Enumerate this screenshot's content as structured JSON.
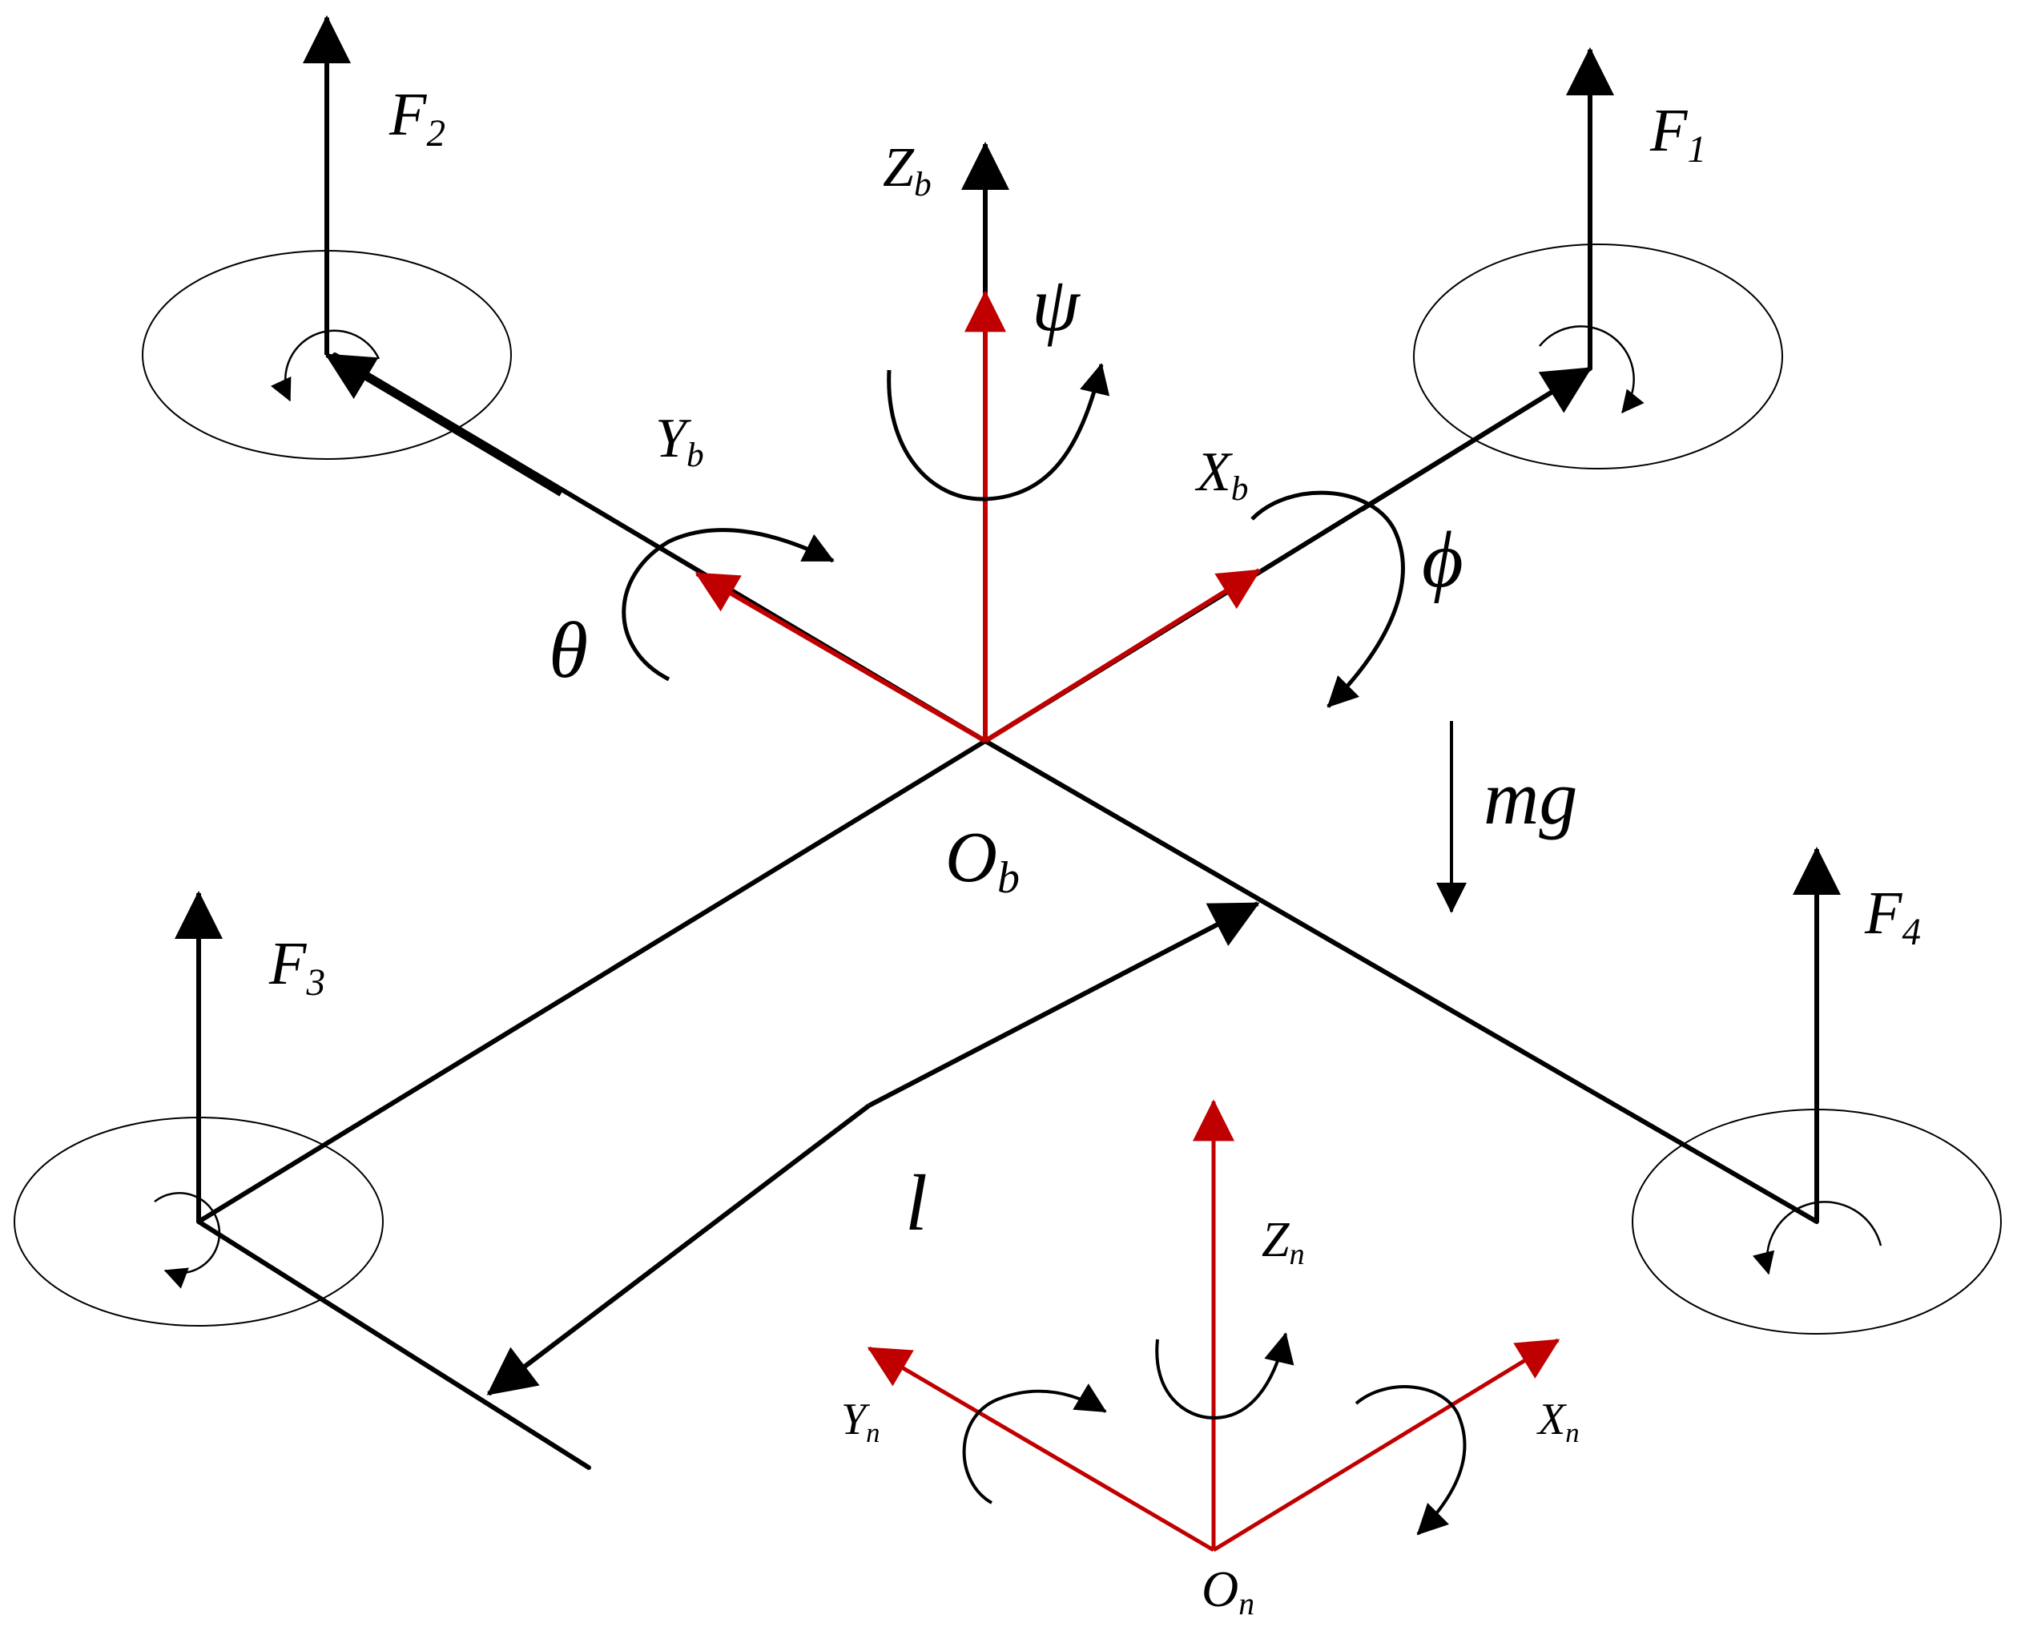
{
  "colors": {
    "frame": "#000000",
    "axis_red": "#c00000"
  },
  "labels": {
    "F1": {
      "main": "F",
      "sub": "1"
    },
    "F2": {
      "main": "F",
      "sub": "2"
    },
    "F3": {
      "main": "F",
      "sub": "3"
    },
    "F4": {
      "main": "F",
      "sub": "4"
    },
    "Zb": {
      "main": "Z",
      "sub": "b"
    },
    "Yb": {
      "main": "Y",
      "sub": "b"
    },
    "Xb": {
      "main": "X",
      "sub": "b"
    },
    "Ob": {
      "main": "O",
      "sub": "b"
    },
    "Zn": {
      "main": "Z",
      "sub": "n"
    },
    "Yn": {
      "main": "Y",
      "sub": "n"
    },
    "Xn": {
      "main": "X",
      "sub": "n"
    },
    "On": {
      "main": "O",
      "sub": "n"
    },
    "psi": "ψ",
    "theta": "θ",
    "phi": "ϕ",
    "mg": "mg",
    "l": "l"
  }
}
